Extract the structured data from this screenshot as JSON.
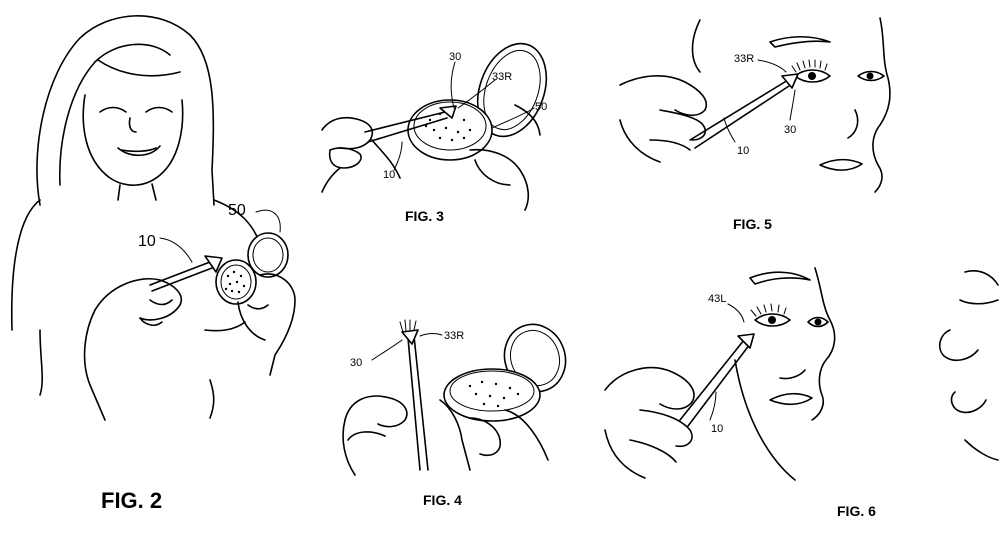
{
  "figures": {
    "fig2": {
      "label": "FIG. 2",
      "refs": {
        "applicator": "10",
        "compact": "50"
      }
    },
    "fig3": {
      "label": "FIG. 3",
      "refs": {
        "lash": "30",
        "lash_right": "33R",
        "applicator": "10",
        "compact": "50"
      }
    },
    "fig4": {
      "label": "FIG. 4",
      "refs": {
        "lash": "30",
        "lash_right": "33R"
      }
    },
    "fig5": {
      "label": "FIG. 5",
      "refs": {
        "lash_right": "33R",
        "applicator": "10",
        "lash": "30"
      }
    },
    "fig6": {
      "label": "FIG. 6",
      "refs": {
        "lash_left": "43L",
        "applicator": "10"
      }
    }
  }
}
